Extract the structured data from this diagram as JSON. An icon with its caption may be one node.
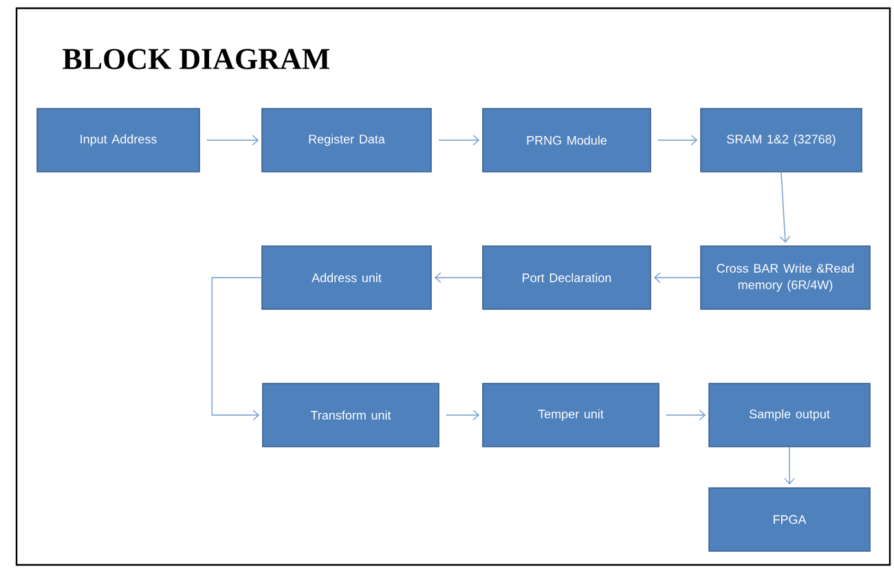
{
  "diagram": {
    "title": "BLOCK DIAGRAM",
    "nodes": [
      {
        "text": [
          "Input Address"
        ]
      },
      {
        "text": [
          "Register Data"
        ]
      },
      {
        "text": [
          "PRNG Module"
        ]
      },
      {
        "text": [
          "SRAM 1&2 (32768)"
        ]
      },
      {
        "text": [
          "Cross BAR Write &Read memory (6R/4W)"
        ]
      },
      {
        "text": [
          "Port Declaration"
        ]
      },
      {
        "text": [
          "Address unit"
        ]
      },
      {
        "text": [
          "Transform unit"
        ]
      },
      {
        "text": [
          "Temper unit"
        ]
      },
      {
        "text": [
          "Sample output"
        ]
      },
      {
        "text": [
          "FPGA"
        ]
      }
    ],
    "edges": [
      {
        "from": 0,
        "to": 1,
        "arrow": "to"
      },
      {
        "from": 1,
        "to": 2,
        "arrow": "to"
      },
      {
        "from": 2,
        "to": 3,
        "arrow": "to"
      },
      {
        "from": 3,
        "to": 4,
        "arrow": "to"
      },
      {
        "from": 4,
        "to": 5,
        "arrow": "to"
      },
      {
        "from": 5,
        "to": 6,
        "arrow": "to"
      },
      {
        "from": 6,
        "to": 7,
        "arrow": "to"
      },
      {
        "from": 7,
        "to": 8,
        "arrow": "to"
      },
      {
        "from": 8,
        "to": 9,
        "arrow": "to"
      },
      {
        "from": 9,
        "to": 10,
        "arrow": "to"
      }
    ]
  }
}
